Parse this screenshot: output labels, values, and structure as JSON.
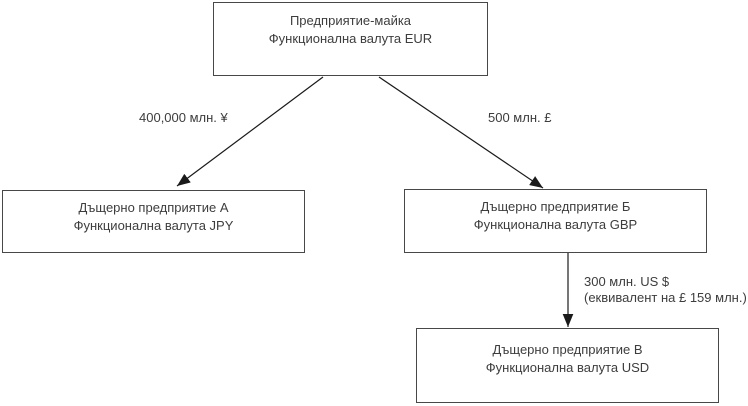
{
  "diagram": {
    "nodes": {
      "parent": {
        "line1": "Предприятие-майка",
        "line2": "Функционална валута EUR"
      },
      "subsidiary_a": {
        "line1": "Дъщерно предприятие А",
        "line2": "Функционална валута JPY"
      },
      "subsidiary_b": {
        "line1": "Дъщерно предприятие Б",
        "line2": "Функционална валута GBP"
      },
      "subsidiary_c": {
        "line1": "Дъщерно предприятие В",
        "line2": "Функционална валута USD"
      }
    },
    "edges": {
      "parent_to_a": {
        "label": "400,000 млн. ¥"
      },
      "parent_to_b": {
        "label": "500 млн. £"
      },
      "b_to_c": {
        "label_line1": "300 млн. US $",
        "label_line2": "(еквивалент на £ 159 млн.)"
      }
    },
    "colors": {
      "background": "#ffffff",
      "text": "#3d3d3d",
      "box_border": "#484848",
      "arrow": "#1a1a1a"
    }
  }
}
